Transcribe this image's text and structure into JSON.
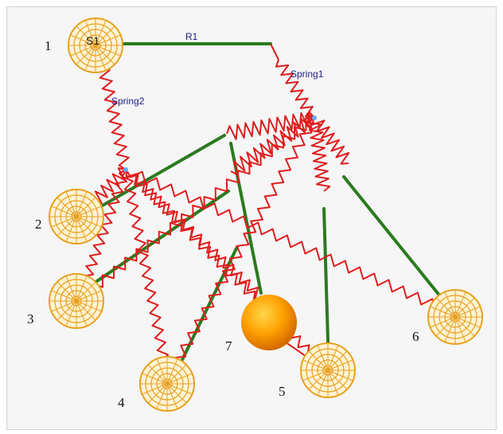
{
  "diagram": {
    "labels": {
      "s1": "S1",
      "r1": "R1",
      "spring1": "Spring1",
      "spring2": "Spring2"
    },
    "node_numbers": [
      "1",
      "2",
      "3",
      "4",
      "5",
      "6",
      "7"
    ],
    "colors": {
      "spring": "#e01c1c",
      "rod": "#2b7a1f",
      "disc": "#e8a020",
      "sphere": "#ff9a00",
      "text": "#1d1d8a"
    }
  }
}
